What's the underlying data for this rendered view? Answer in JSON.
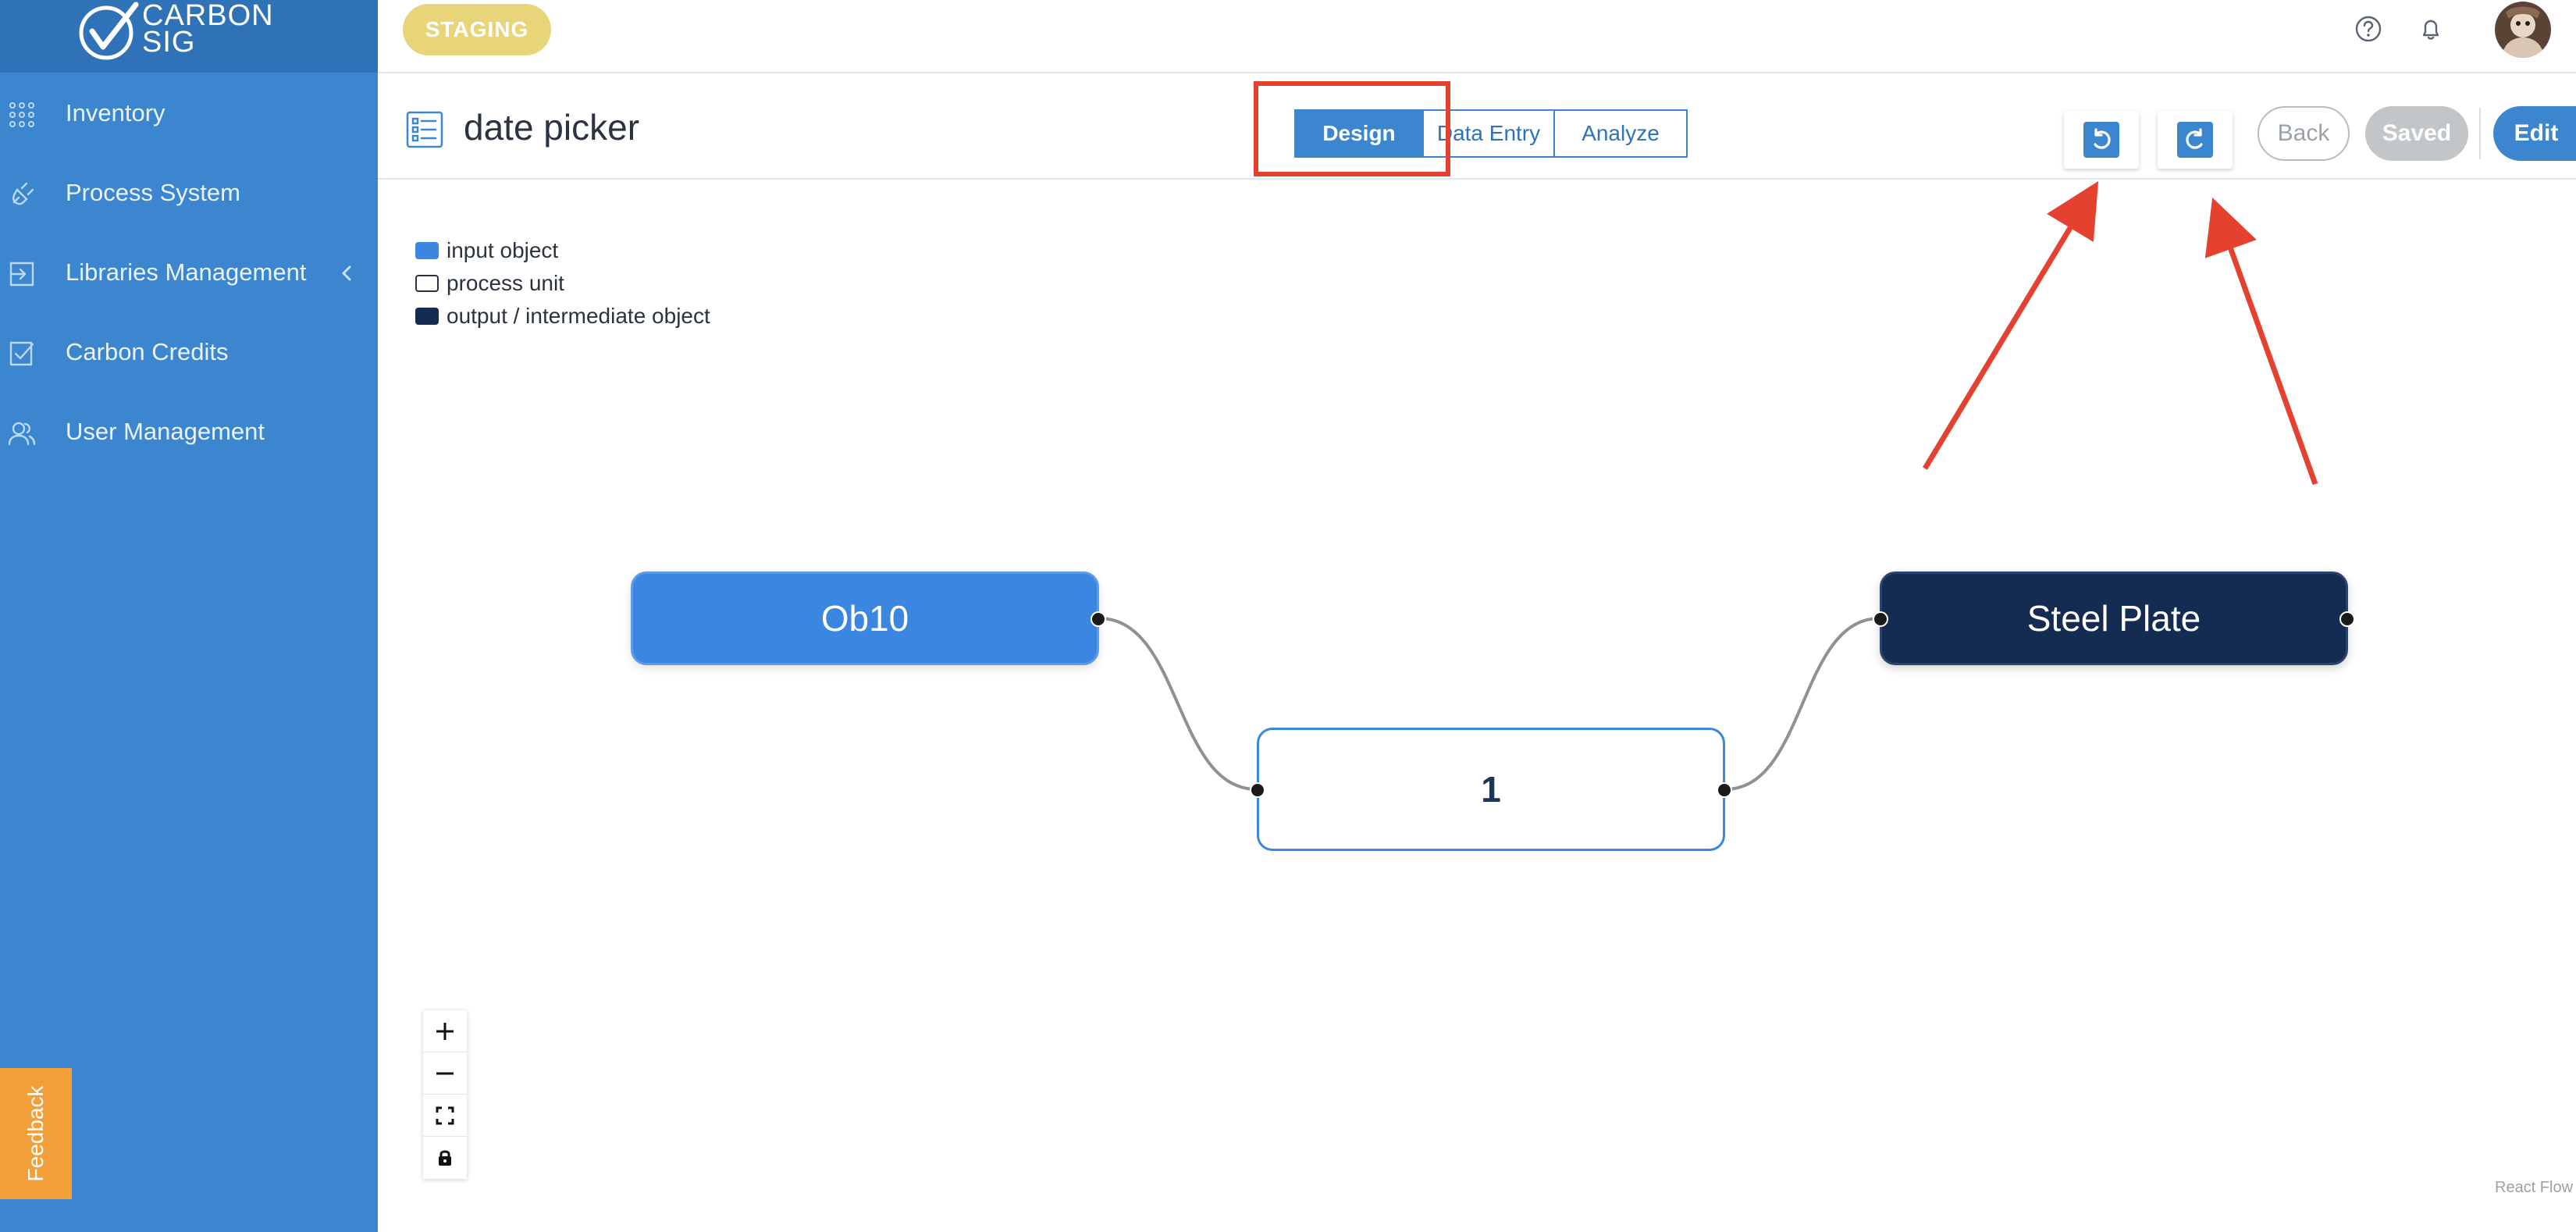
{
  "brand": {
    "line1": "CARBON",
    "line2": "SIG"
  },
  "sidebar": {
    "items": [
      {
        "label": "Inventory",
        "icon": "grid-dots-icon"
      },
      {
        "label": "Process System",
        "icon": "plug-icon"
      },
      {
        "label": "Libraries Management",
        "icon": "import-icon",
        "expandable": true
      },
      {
        "label": "Carbon Credits",
        "icon": "checkbox-icon"
      },
      {
        "label": "User Management",
        "icon": "users-icon"
      }
    ]
  },
  "feedback": {
    "label": "Feedback"
  },
  "topbar": {
    "environment": "STAGING",
    "icons": [
      "help-icon",
      "bell-icon",
      "avatar"
    ]
  },
  "header": {
    "title": "date picker",
    "modes": [
      {
        "label": "Design",
        "active": true
      },
      {
        "label": "Data Entry",
        "active": false
      },
      {
        "label": "Analyze",
        "active": false
      }
    ],
    "undo_icon": "undo-icon",
    "redo_icon": "redo-icon",
    "back_label": "Back",
    "saved_label": "Saved",
    "edit_label": "Edit"
  },
  "legend": [
    {
      "label": "input object",
      "color": "#3b86e0"
    },
    {
      "label": "process unit",
      "color": "#ffffff"
    },
    {
      "label": "output / intermediate object",
      "color": "#142b52"
    }
  ],
  "flow": {
    "nodes": [
      {
        "id": "ob10",
        "label": "Ob10",
        "kind": "input object"
      },
      {
        "id": "unit",
        "label": "1",
        "kind": "process unit"
      },
      {
        "id": "steel",
        "label": "Steel Plate",
        "kind": "output / intermediate object"
      }
    ],
    "edges": [
      {
        "from": "ob10",
        "to": "unit"
      },
      {
        "from": "unit",
        "to": "steel"
      }
    ]
  },
  "zoom_controls": [
    "zoom-in-icon",
    "zoom-out-icon",
    "fit-view-icon",
    "lock-icon"
  ],
  "attribution": "React Flow",
  "colors": {
    "sidebar": "#3b86cf",
    "brand": "#2f72b8",
    "accent": "#3b86cf",
    "annotation": "#e4412f",
    "staging": "#e8d57a",
    "feedback": "#f29f3a"
  }
}
